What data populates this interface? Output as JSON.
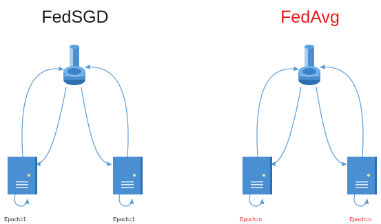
{
  "panels": [
    {
      "id": "fedsgd",
      "title": "FedSGD",
      "title_color": "#1a1a1a",
      "client_labels": [
        "Epoch=1",
        "Epoch=1"
      ],
      "label_color": "#1a1a1a"
    },
    {
      "id": "fedavg",
      "title": "FedAvg",
      "title_color": "#e8191c",
      "client_labels": [
        "Epoch=n",
        "Epoch=n"
      ],
      "label_color": "#e8191c"
    }
  ],
  "colors": {
    "arrow": "#5b9bd5",
    "server_fill": "#4a90d0",
    "server_dark": "#2e6fb0",
    "server_light": "#a9cdee",
    "client_fill": "#4a8fd2",
    "client_dark": "#2f6db0",
    "client_light": "#dbe9f7",
    "led": "#c8e6a0"
  },
  "icons": {
    "server": "database-server-icon",
    "client": "tower-server-icon"
  }
}
